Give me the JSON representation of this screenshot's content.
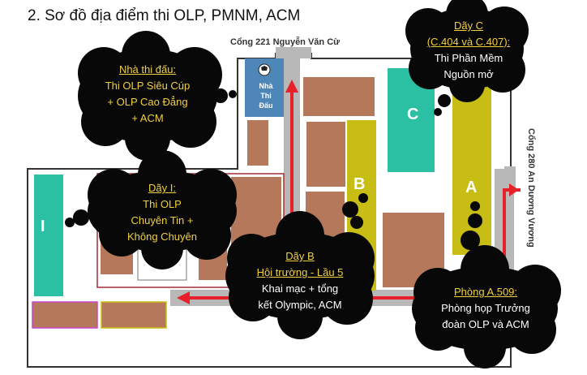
{
  "title": "2. Sơ đồ địa điểm thi OLP, PMNM, ACM",
  "gates": {
    "top": "Cổng 221 Nguyễn Văn Cừ",
    "right": "Cổng 280 An Dương Vương"
  },
  "buildings": {
    "sports_hall_lines": [
      "Nhà",
      "Thi",
      "Đấu"
    ],
    "labels": {
      "I": "I",
      "B": "B",
      "C": "C",
      "A": "A"
    }
  },
  "callouts": {
    "sports_hall": {
      "heading": "Nhà thi đấu:",
      "lines": [
        "Thi OLP Siêu Cúp",
        "+ OLP Cao Đẳng",
        "+ ACM"
      ]
    },
    "building_i": {
      "heading": "Dãy I:",
      "lines": [
        "Thi OLP",
        "Chuyên Tin +",
        "Không Chuyên"
      ]
    },
    "building_c": {
      "heading": "Dãy C",
      "line2": "(C.404 và C.407):",
      "lines": [
        "Thi Phần Mềm",
        "Nguồn mở"
      ]
    },
    "building_b": {
      "heading": "Dãy B",
      "line2": "Hội trường - Lầu 5",
      "lines": [
        "Khai mạc + tổng",
        "kết Olympic, ACM"
      ]
    },
    "room_a509": {
      "heading": "Phòng A.509:",
      "lines": [
        "Phòng họp Trưởng",
        "đoàn OLP và ACM"
      ]
    }
  },
  "colors": {
    "teal": "#2bbfa4",
    "yellow": "#c8bd14",
    "brown": "#b5785a",
    "blue": "#4f86b8",
    "arrow": "#e8202a",
    "cloud": "#080808"
  }
}
